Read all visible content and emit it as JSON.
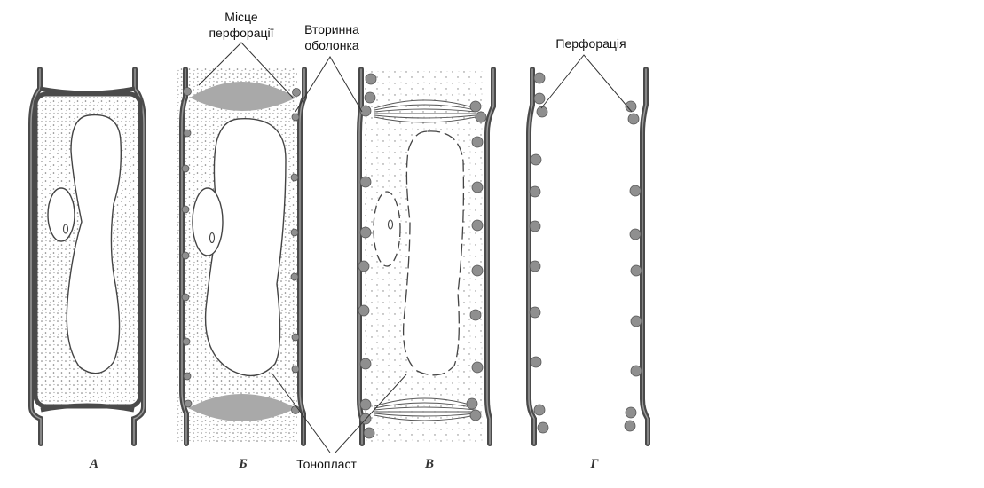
{
  "labels": {
    "perforation_site": [
      "Місце",
      "перфорації"
    ],
    "secondary_wall": [
      "Вторинна",
      "оболонка"
    ],
    "tonoplast": "Тонопласт",
    "perforation": "Перфорація"
  },
  "panels": [
    "А",
    "Б",
    "В",
    "Г"
  ],
  "colors": {
    "wall": "#4a4a4a",
    "wall_core": "#8c8c8c",
    "cytoplasm_dots": "#7a7a7a",
    "thickening": "#8f8f8f",
    "lens": "#a9a9a9"
  }
}
